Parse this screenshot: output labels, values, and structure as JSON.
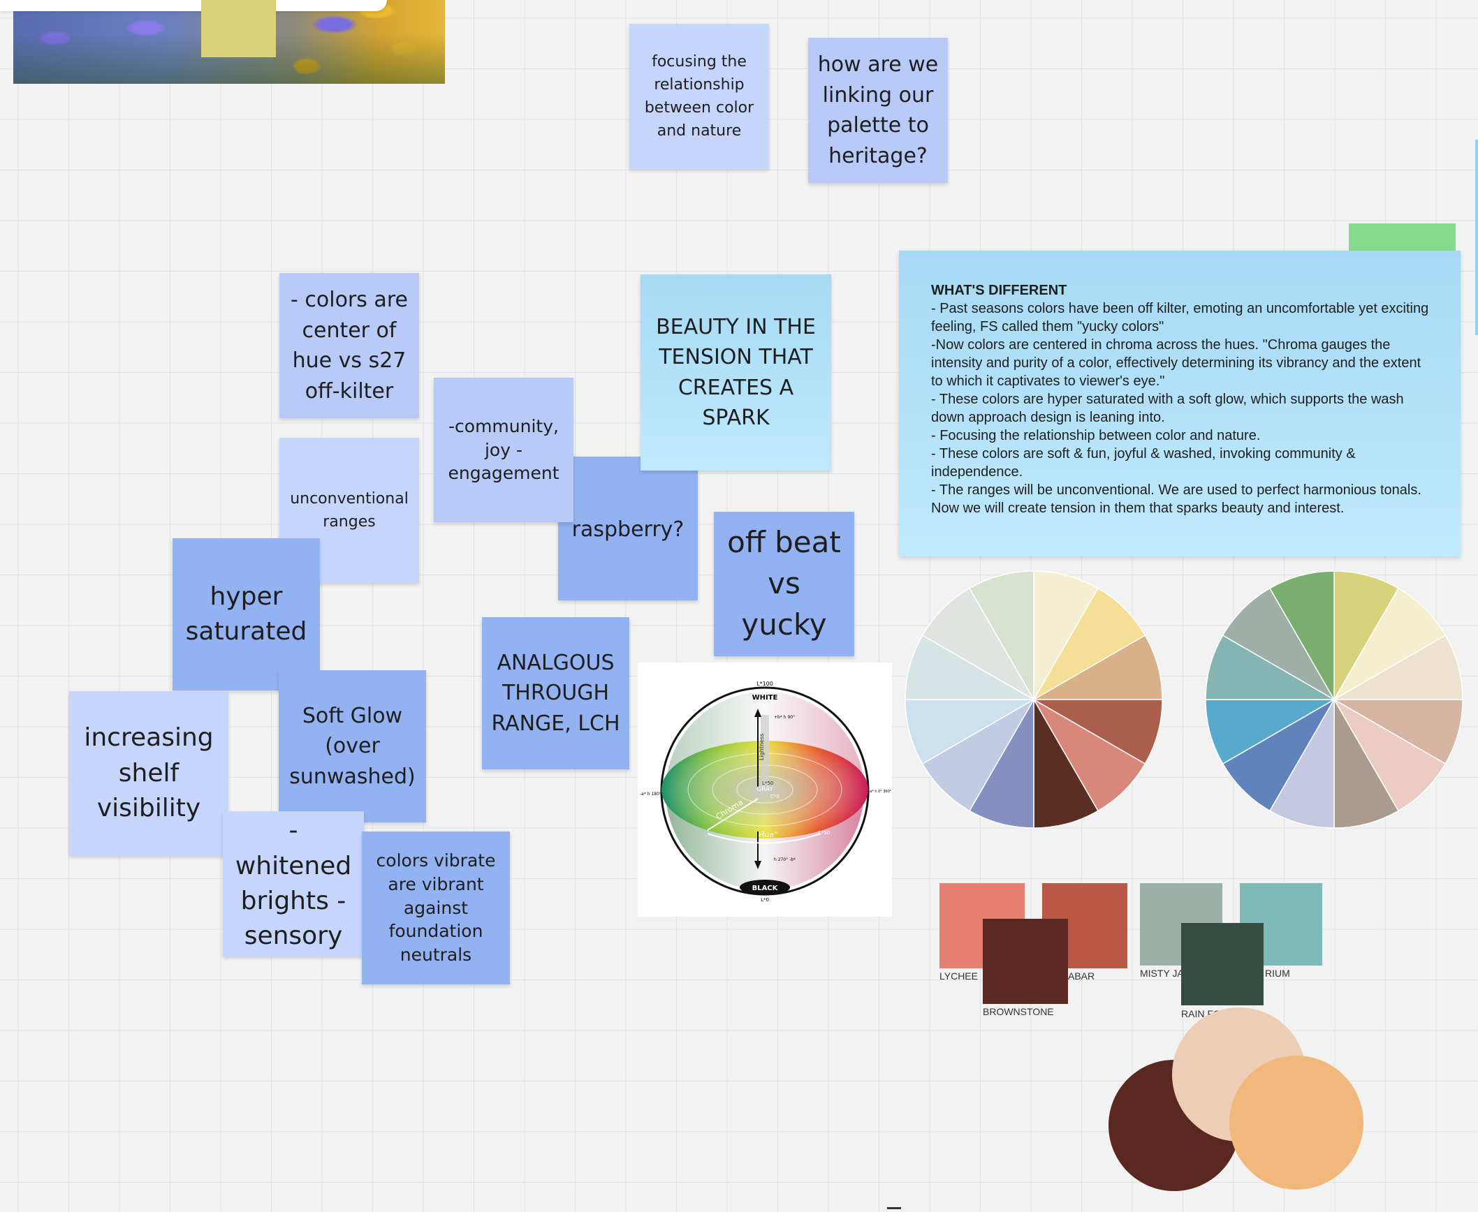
{
  "canvas": {
    "background": "#f2f2f2",
    "grid_color": "#e2e2e2"
  },
  "stickies": {
    "focusing": "focusing the relationship between color and nature",
    "heritage": "how are we linking our palette to heritage?",
    "colors_center": "- colors are center of hue vs s27 off-kilter",
    "community": "-community, joy - engagement",
    "beauty": "BEAUTY IN THE TENSION THAT CREATES A SPARK",
    "unconventional": "unconventional ranges",
    "raspberry": "raspberry?",
    "offbeat": "off beat vs yucky",
    "hyper": "hyper saturated",
    "analogous": "ANALGOUS THROUGH RANGE, LCH",
    "soft_glow": "Soft Glow (over sunwashed)",
    "shelf": "increasing shelf visibility",
    "whitened": "-whitened brights - sensory",
    "vibrate": "colors vibrate are vibrant against foundation neutrals"
  },
  "notes": {
    "title": "WHAT'S DIFFERENT",
    "lines": [
      "- Past seasons colors have been off kilter, emoting an uncomfortable yet exciting feeling, FS called them \"yucky colors\"",
      "-Now colors are centered in  chroma across the hues. \"Chroma gauges the intensity and purity of a color, effectively determining its vibrancy and the extent to which it captivates to viewer's eye.\"",
      "- These colors are hyper saturated with a soft glow, which supports the wash down approach design is leaning into.",
      "- Focusing the relationship between color and nature.",
      "- These colors are soft & fun, joyful & washed, invoking community & independence.",
      "- The ranges will be unconventional. We are used to perfect harmonious tonals. Now we will create tension in them that sparks beauty and interest."
    ]
  },
  "lch_diagram": {
    "top": "L*100",
    "white": "WHITE",
    "lightness": "Lightness",
    "gray": "GRAY",
    "c0": "C*0",
    "l50": "L*50",
    "chroma": "Chroma",
    "hue": "Hue°",
    "c50": "C*50",
    "black": "BLACK",
    "bottom": "L*0",
    "h90": "+b* h 90°",
    "h180": "-a* h 180°",
    "h270": "h 270° -b*",
    "h360": "+a* h 0° 360°"
  },
  "wheels": {
    "left": [
      "#f4efd2",
      "#f5df97",
      "#d9b189",
      "#ab5e4c",
      "#d9877a",
      "#5a2e22",
      "#8590c0",
      "#c2cbe4",
      "#cce0ee",
      "#d6e4e6",
      "#dfe4e1",
      "#d7e2cf"
    ],
    "right": [
      "#d8d27d",
      "#f4efcf",
      "#ede1d0",
      "#d6b4a2",
      "#ecccc2",
      "#ab9b8f",
      "#c4c8e0",
      "#6183bc",
      "#57aacc",
      "#84b5b3",
      "#9dafa6",
      "#7aae6e"
    ]
  },
  "swatches": [
    {
      "label": "LYCHEE",
      "color": "#e47f72"
    },
    {
      "label": "BROWNSTONE",
      "color": "#5a2820"
    },
    {
      "label": "ABAR",
      "color": "#b95845"
    },
    {
      "label": "MISTY JAD",
      "color": "#9bb0a7"
    },
    {
      "label": "RAIN FORE",
      "color": "#354c42"
    },
    {
      "label": "RIUM",
      "color": "#7ebab8"
    }
  ],
  "circles": [
    "#5a2820",
    "#ecceb7",
    "#f1b87c"
  ],
  "accents": {
    "green_tab": "#86db8c",
    "yellow_block": "#d9d27a"
  }
}
